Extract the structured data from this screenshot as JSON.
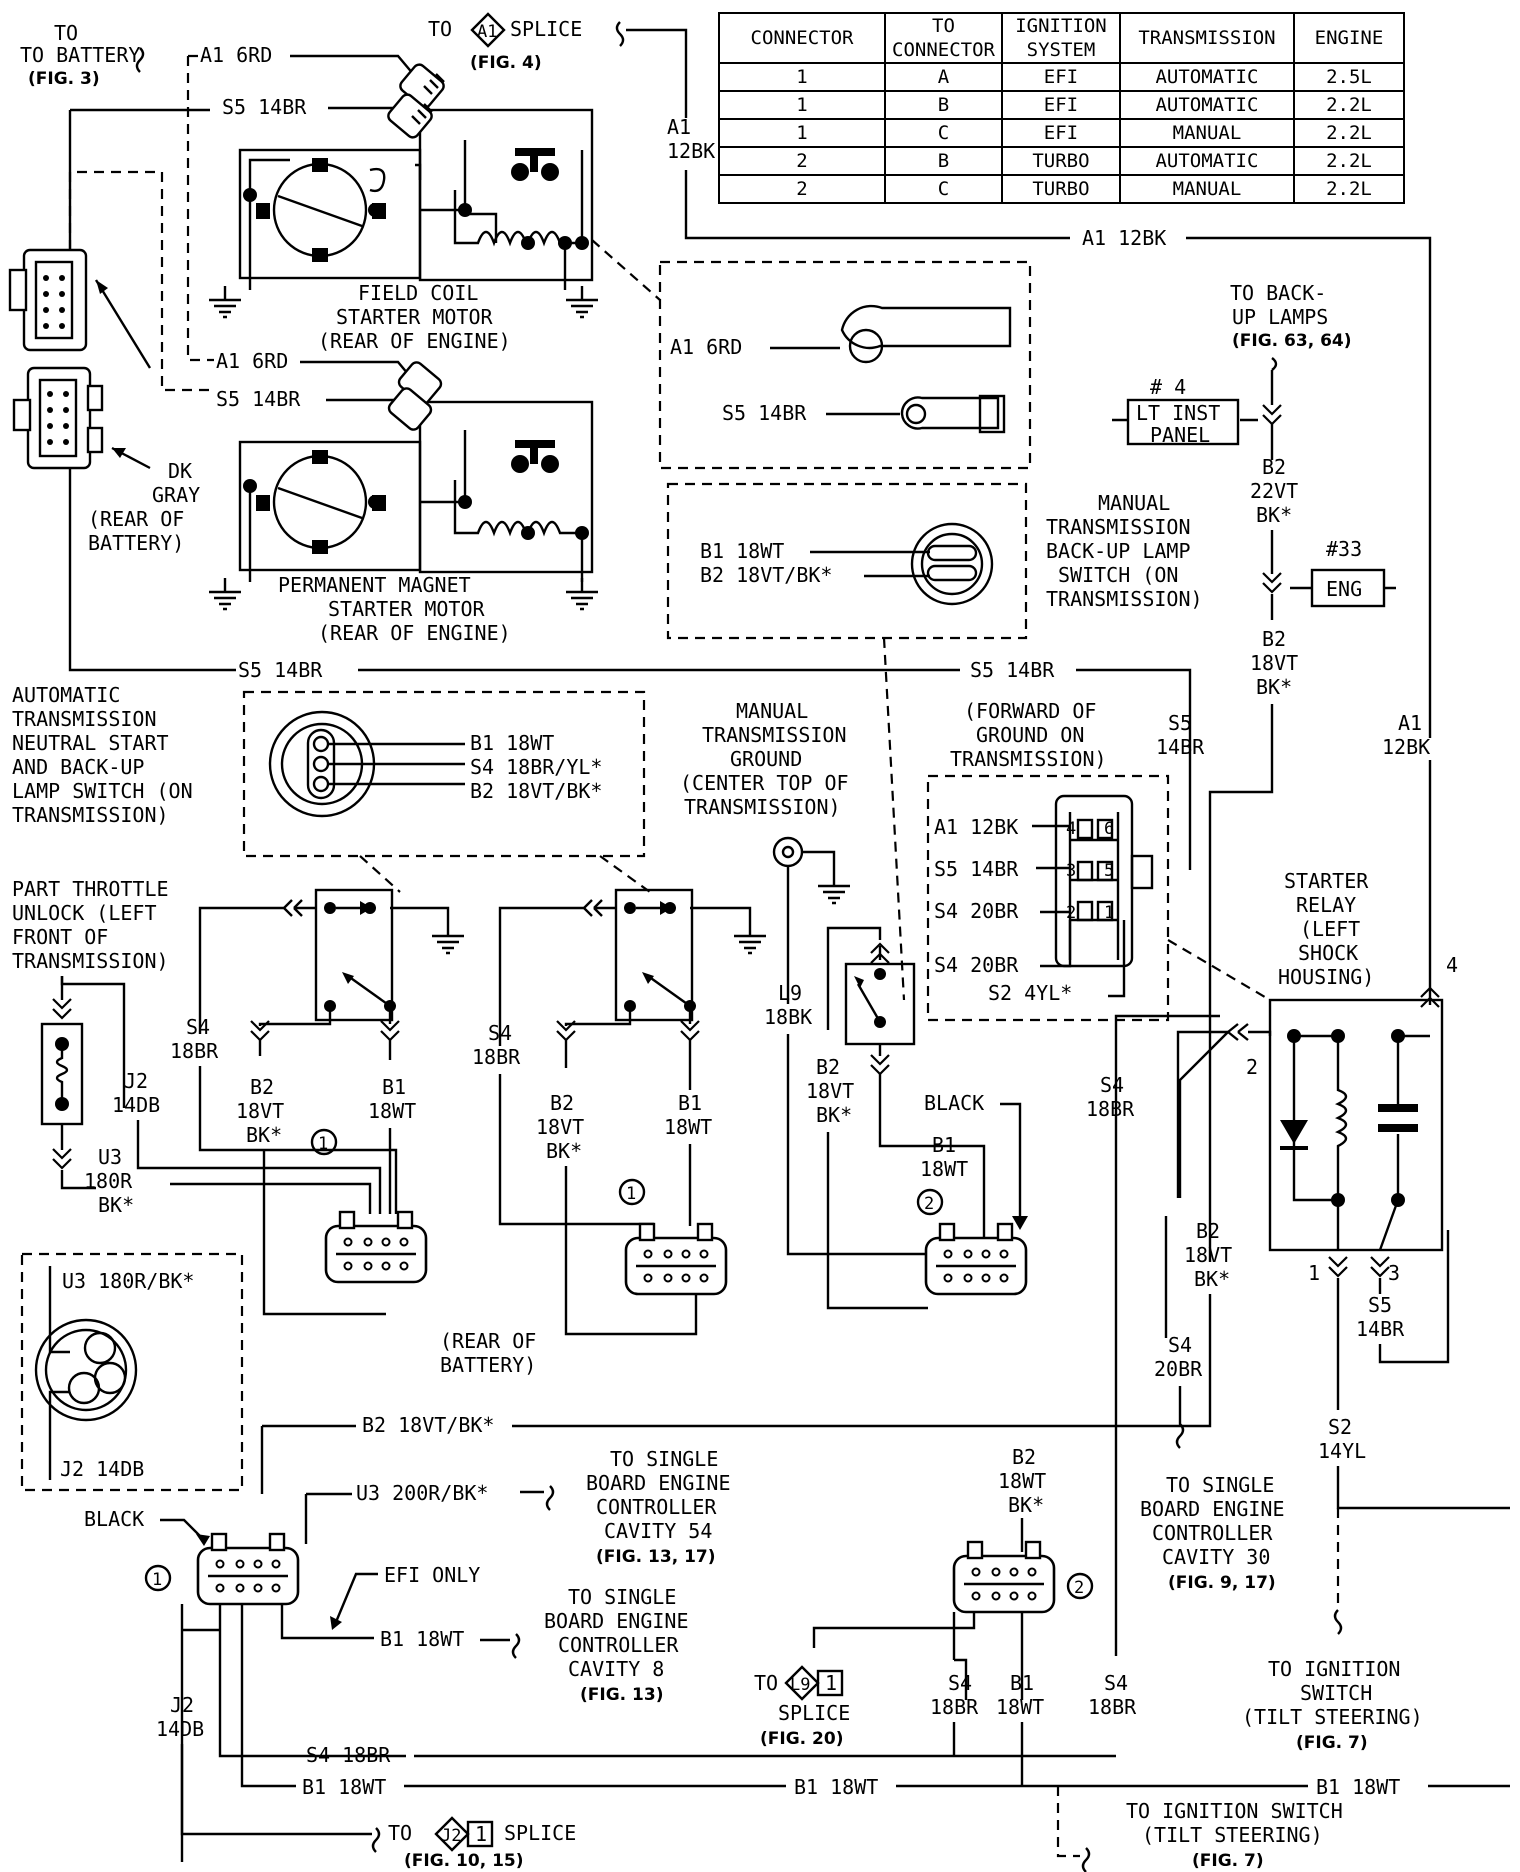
{
  "connector_table": {
    "headers": [
      "CONNECTOR",
      "TO CONNECTOR",
      "IGNITION SYSTEM",
      "TRANSMISSION",
      "ENGINE"
    ],
    "rows": [
      [
        "1",
        "A",
        "EFI",
        "AUTOMATIC",
        "2.5L"
      ],
      [
        "1",
        "B",
        "EFI",
        "AUTOMATIC",
        "2.2L"
      ],
      [
        "1",
        "C",
        "EFI",
        "MANUAL",
        "2.2L"
      ],
      [
        "2",
        "B",
        "TURBO",
        "AUTOMATIC",
        "2.2L"
      ],
      [
        "2",
        "C",
        "TURBO",
        "MANUAL",
        "2.2L"
      ]
    ]
  },
  "labels": {
    "to_battery": "TO BATTERY",
    "fig3": "(FIG. 3)",
    "a1_6rd": "A1 6RD",
    "s5_14br": "S5 14BR",
    "to": "TO",
    "a1": "A1",
    "splice": "SPLICE",
    "fig4": "(FIG. 4)",
    "a1_12bk": "A1 12BK",
    "a1_w": "A1",
    "12bk": "12BK",
    "field_coil_1": "FIELD COIL",
    "field_coil_2": "STARTER MOTOR",
    "field_coil_3": "(REAR OF ENGINE)",
    "pm_1": "PERMANENT MAGNET",
    "pm_2": "STARTER MOTOR",
    "pm_3": "(REAR OF ENGINE)",
    "dk": "DK",
    "gray": "GRAY",
    "rear_of": "(REAR OF",
    "battery_close": "BATTERY)",
    "to_backup_1": "TO BACK-",
    "to_backup_2": "UP LAMPS",
    "fig63": "(FIG. 63, 64)",
    "hash4": "# 4",
    "lt_inst": "LT INST",
    "panel": "PANEL",
    "b2": "B2",
    "22vt": "22VT",
    "bk_star": "BK*",
    "hash33": "#33",
    "eng": "ENG",
    "mt_sw_1": "MANUAL",
    "mt_sw_2": "TRANSMISSION",
    "mt_sw_3": "BACK-UP LAMP",
    "mt_sw_4": "SWITCH (ON",
    "mt_sw_5": "TRANSMISSION)",
    "b1_18wt": "B1 18WT",
    "b2_18vtbk": "B2 18VT/BK*",
    "18vt": "18VT",
    "s5": "S5",
    "14br": "14BR",
    "ats_1": "AUTOMATIC",
    "ats_2": "TRANSMISSION",
    "ats_3": "NEUTRAL START",
    "ats_4": "AND BACK-UP",
    "ats_5": "LAMP SWITCH (ON",
    "ats_6": "TRANSMISSION)",
    "s4_18bryl": "S4 18BR/YL*",
    "mtg_1": "MANUAL",
    "mtg_2": "TRANSMISSION",
    "mtg_3": "GROUND",
    "mtg_4": "(CENTER TOP OF",
    "mtg_5": "TRANSMISSION)",
    "fwd_1": "(FORWARD OF",
    "fwd_2": "GROUND ON",
    "fwd_3": "TRANSMISSION)",
    "a1_12bk_c": "A1 12BK",
    "s5_14br_c": "S5 14BR",
    "s4_20br": "S4 20BR",
    "s2_4yl": "S2 4YL*",
    "pin4": "4",
    "pin6": "6",
    "pin3": "3",
    "pin5": "5",
    "pin2": "2",
    "pin1": "1",
    "pt_1": "PART THROTTLE",
    "pt_2": "UNLOCK (LEFT",
    "pt_3": "FRONT OF",
    "pt_4": "TRANSMISSION)",
    "s4": "S4",
    "18br": "18BR",
    "j2": "J2",
    "14db": "14DB",
    "u3": "U3",
    "180r": "180R",
    "b1": "B1",
    "18wt": "18WT",
    "l9": "L9",
    "18bk": "18BK",
    "black": "BLACK",
    "circ1": "1",
    "circ2": "2",
    "sr_1": "STARTER",
    "sr_2": "RELAY",
    "sr_3": "(LEFT",
    "sr_4": "SHOCK",
    "sr_5": "HOUSING)",
    "sr_pin2": "2",
    "sr_pin4": "4",
    "sr_pin1": "1",
    "sr_pin3": "3",
    "20br": "20BR",
    "u3_180rbk": "U3 180R/BK*",
    "j2_14db": "J2 14DB",
    "rear_batt_1": "(REAR OF",
    "rear_batt_2": "BATTERY)",
    "b2_18vtbk_long": "B2 18VT/BK*",
    "u3_200rbk": "U3 200R/BK*",
    "sbec54_1": "TO SINGLE",
    "sbec54_2": "BOARD ENGINE",
    "sbec54_3": "CONTROLLER",
    "sbec54_4": "CAVITY 54",
    "fig13_17": "(FIG. 13, 17)",
    "efi_only": "EFI ONLY",
    "b1_18wt_b": "B1 18WT",
    "sbec8_1": "TO SINGLE",
    "sbec8_2": "BOARD ENGINE",
    "sbec8_3": "CONTROLLER",
    "sbec8_4": "CAVITY 8",
    "fig13": "(FIG. 13)",
    "sbec30_1": "TO SINGLE",
    "sbec30_2": "BOARD ENGINE",
    "sbec30_3": "CONTROLLER",
    "sbec30_4": "CAVITY 30",
    "fig9_17": "(FIG. 9, 17)",
    "s2": "S2",
    "14yl": "14YL",
    "ign_1": "TO IGNITION",
    "ign_2": "SWITCH",
    "ign_3": "(TILT STEERING)",
    "fig7": "(FIG. 7)",
    "18wt_b2": "18WT",
    "l9_box": "L9",
    "one": "1",
    "fig20": "(FIG. 20)",
    "s4_18br": "S4 18BR",
    "j2_box": "J2",
    "fig10_15": "(FIG. 10, 15)",
    "ign_b_1": "TO IGNITION SWITCH",
    "ign_b_2": "(TILT STEERING)"
  }
}
